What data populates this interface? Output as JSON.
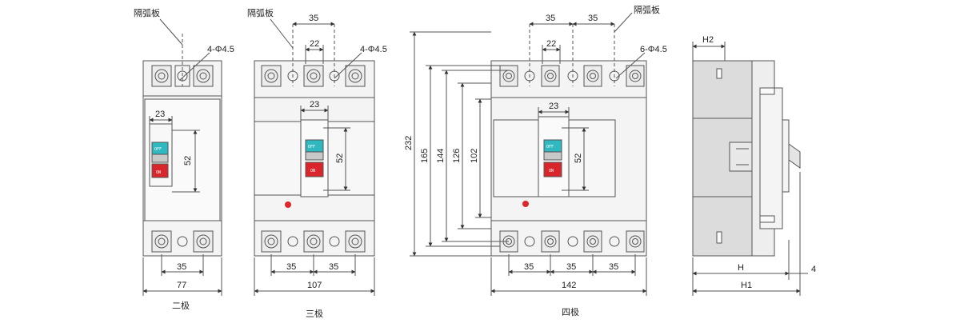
{
  "colors": {
    "line": "#555555",
    "body_fill": "#f4f4f4",
    "side_fill": "#dcdcdc",
    "off_color": "#2fb8c0",
    "on_color": "#d9262c",
    "indicator": "#e0262b"
  },
  "two_pole": {
    "caption": "二极",
    "label_barrier": "隔弧板",
    "label_holes": "4-Φ4.5",
    "dim_handle_w": "23",
    "dim_handle_h": "52",
    "dim_pitch": "35",
    "dim_width": "77",
    "switch_off": "OFF",
    "switch_on": "ON"
  },
  "three_pole": {
    "caption": "三极",
    "label_barrier": "隔弧板",
    "label_holes": "4-Φ4.5",
    "dim_barrier_pitch": "35",
    "dim_barrier_gap": "22",
    "dim_handle_w": "23",
    "dim_handle_h": "52",
    "dim_pitch_1": "35",
    "dim_pitch_2": "35",
    "dim_width": "107",
    "switch_off": "OFF",
    "switch_on": "ON"
  },
  "four_pole": {
    "caption": "四极",
    "label_barrier": "隔弧板",
    "label_holes": "6-Φ4.5",
    "dim_barrier_pitch_1": "35",
    "dim_barrier_pitch_2": "35",
    "dim_barrier_gap": "22",
    "dim_handle_w": "23",
    "dim_handle_h": "52",
    "dim_232": "232",
    "dim_165": "165",
    "dim_144": "144",
    "dim_126": "126",
    "dim_102": "102",
    "dim_pitch_1": "35",
    "dim_pitch_2": "35",
    "dim_pitch_3": "35",
    "dim_width": "142",
    "switch_off": "OFF",
    "switch_on": "ON"
  },
  "side_view": {
    "dim_h2": "H2",
    "dim_h": "H",
    "dim_h1": "H1",
    "dim_4": "4"
  }
}
